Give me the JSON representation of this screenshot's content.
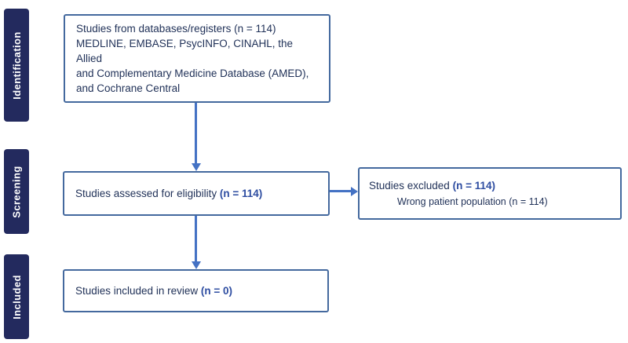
{
  "colors": {
    "navy": "#232a5e",
    "steel": "#44699e",
    "arrow": "#4472c4",
    "ink": "#1f3057",
    "accent": "#2e4da1"
  },
  "stages": {
    "identification": "Identification",
    "screening": "Screening",
    "included": "Included"
  },
  "boxes": {
    "databases": {
      "text": "Studies from databases/registers (n = 114)\nMEDLINE, EMBASE, PsycINFO, CINAHL, the Allied\nand Complementary Medicine Database (AMED),\nand Cochrane Central"
    },
    "assessed": {
      "text": "Studies assessed for eligibility ",
      "count": "(n = 114)"
    },
    "excluded": {
      "text": "Studies excluded ",
      "count": "(n = 114)",
      "reason": "Wrong patient population (n = 114)"
    },
    "included": {
      "text": "Studies included in review ",
      "count": "(n = 0)"
    }
  }
}
